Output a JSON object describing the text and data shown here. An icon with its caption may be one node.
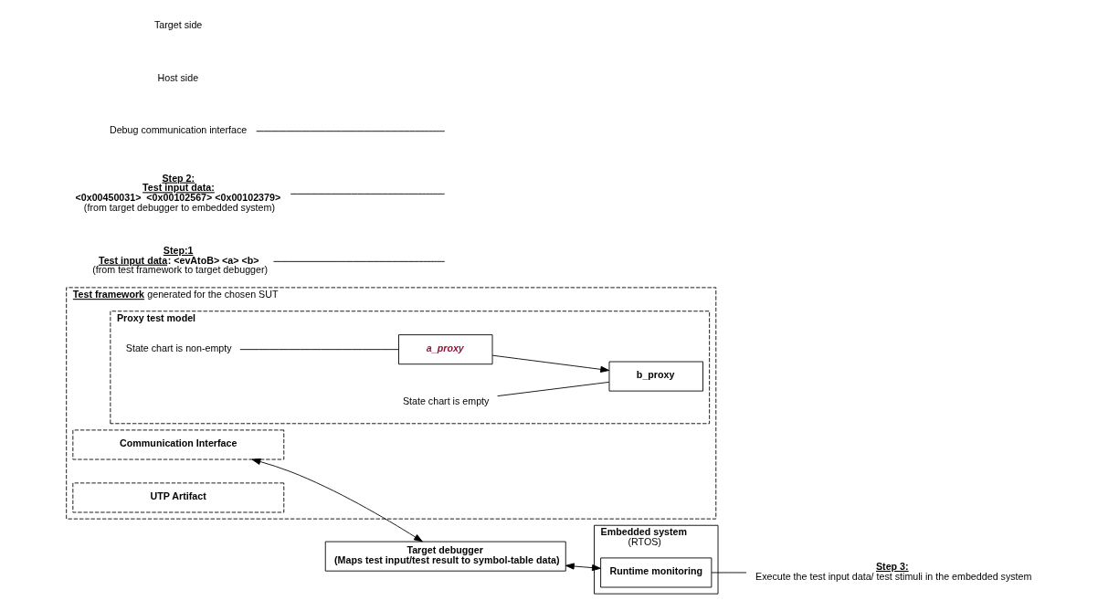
{
  "diagram": {
    "nodes": [
      {
        "text": [
          "**Test framework** generated for the chosen SUT"
        ]
      },
      {
        "text": [
          "Communication Interface"
        ],
        "in": 0
      },
      {
        "text": [
          "Proxy test model"
        ],
        "in": 0
      },
      {
        "text": [
          "State chart is non-empty"
        ],
        "in": 2
      },
      {
        "text": [
          "State chart is empty"
        ],
        "in": 2
      },
      {
        "text": [
          "a_proxy"
        ],
        "in": 2
      },
      {
        "text": [
          "b_proxy"
        ],
        "in": 2
      },
      {
        "text": [
          "UTP Artifact"
        ],
        "in": 0
      },
      {
        "text": [
          "Target debugger",
          "(Maps test input/test result to symbol-table data)"
        ]
      },
      {
        "text": [
          "Step:1",
          "**Test input data**: <evAtoB> <a> <b>",
          "(from test framework to target debugger)"
        ]
      },
      {
        "text": [
          "Step 2:",
          "Test input data:",
          "<0x00450031>  <0x00102567> <0x00102379>",
          "(from target debugger to embedded system)"
        ]
      },
      {
        "text": [
          "Debug communication interface"
        ]
      },
      {
        "text": [
          "Embedded system",
          "(RTOS)"
        ]
      },
      {
        "text": [
          "Runtime monitoring"
        ],
        "in": 12
      },
      {
        "text": [
          "Step 3:",
          "Execute the test input data/ test stimuli in the embedded system"
        ]
      }
    ],
    "edges": [
      {
        "from": 1,
        "to": 8,
        "arrow": "both"
      },
      {
        "from": 9,
        "to": null,
        "arrow": "none"
      },
      {
        "from": 3,
        "to": 5,
        "arrow": "none"
      },
      {
        "from": 4,
        "to": 6,
        "arrow": "none"
      },
      {
        "from": 5,
        "to": 6,
        "arrow": "to"
      },
      {
        "from": 8,
        "to": 13,
        "arrow": "both"
      },
      {
        "from": 10,
        "to": null,
        "arrow": "none"
      },
      {
        "from": 11,
        "to": null,
        "arrow": "none"
      },
      {
        "from": 13,
        "to": 14,
        "arrow": "none"
      }
    ],
    "labels": [
      "Host side",
      "Target side"
    ]
  }
}
